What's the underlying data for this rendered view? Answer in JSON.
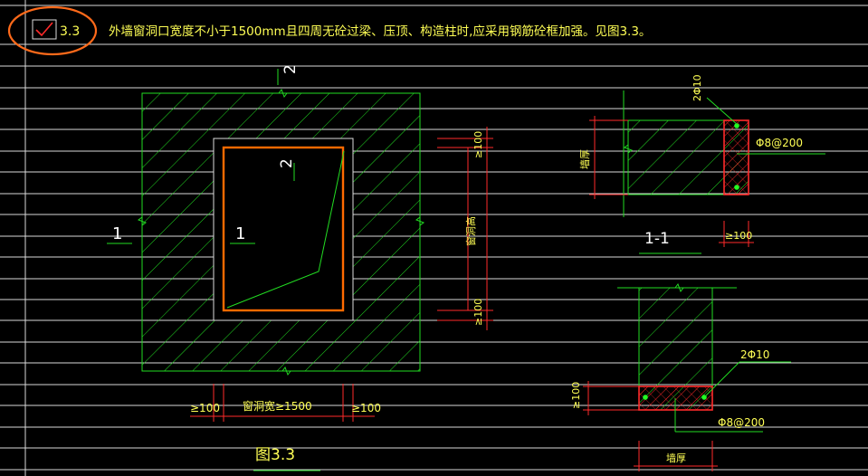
{
  "header": {
    "item_number": "3.3",
    "note_text": "外墙窗洞口宽度不小于1500mm且四周无砼过梁、压顶、构造柱时,应采用钢筋砼框加强。见图3.3。"
  },
  "elevation": {
    "section_mark_top": "2",
    "section_mark_inner": "2",
    "section_mark_left": "1",
    "section_mark_inner_left": "1",
    "dim_top": "≥100",
    "dim_bottom": "≥100",
    "dim_side_label": "窗洞高",
    "dim_left": "≥100",
    "dim_width": "窗洞宽≥1500",
    "dim_right": "≥100",
    "figure_caption": "图3.3"
  },
  "section_1_1": {
    "rebar_top": "2Φ10",
    "stirrup": "Φ8@200",
    "wall_label": "墙厚",
    "title": "1-1",
    "dim": "≥100"
  },
  "section_2_2": {
    "rebar": "2Φ10",
    "stirrup": "Φ8@200",
    "dim": "≥100",
    "wall_label": "墙厚"
  },
  "colors": {
    "background": "#000000",
    "grid_line": "#ffffff",
    "hatch": "#22dd22",
    "frame_orange": "#ff6a00",
    "dimension": "#ff2a2a",
    "text": "#ffff55",
    "markup_circle": "#ff6a1a"
  }
}
